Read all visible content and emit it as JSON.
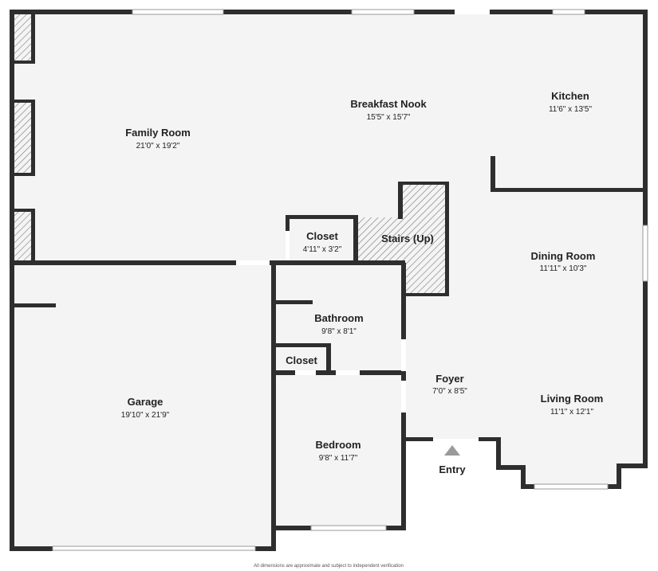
{
  "rooms": {
    "family_room": {
      "name": "Family Room",
      "dim": "21'0\" x 19'2\""
    },
    "breakfast_nook": {
      "name": "Breakfast Nook",
      "dim": "15'5\" x 15'7\""
    },
    "kitchen": {
      "name": "Kitchen",
      "dim": "11'6\" x 13'5\""
    },
    "closet_upper": {
      "name": "Closet",
      "dim": "4'11\" x 3'2\""
    },
    "stairs": {
      "name": "Stairs (Up)"
    },
    "dining_room": {
      "name": "Dining Room",
      "dim": "11'11\" x 10'3\""
    },
    "bathroom": {
      "name": "Bathroom",
      "dim": "9'8\" x 8'1\""
    },
    "closet_lower": {
      "name": "Closet"
    },
    "garage": {
      "name": "Garage",
      "dim": "19'10\" x 21'9\""
    },
    "foyer": {
      "name": "Foyer",
      "dim": "7'0\" x 8'5\""
    },
    "living_room": {
      "name": "Living Room",
      "dim": "11'1\" x 12'1\""
    },
    "bedroom": {
      "name": "Bedroom",
      "dim": "9'8\" x 11'7\""
    }
  },
  "entry": {
    "label": "Entry"
  },
  "disclaimer": "All dimensions are approximate and subject to independent verification",
  "colors": {
    "floor": "#f4f4f4",
    "wall": "#2e2e2e",
    "hatch": "#7a7a7a",
    "entry_arrow": "#9a9a9a"
  }
}
